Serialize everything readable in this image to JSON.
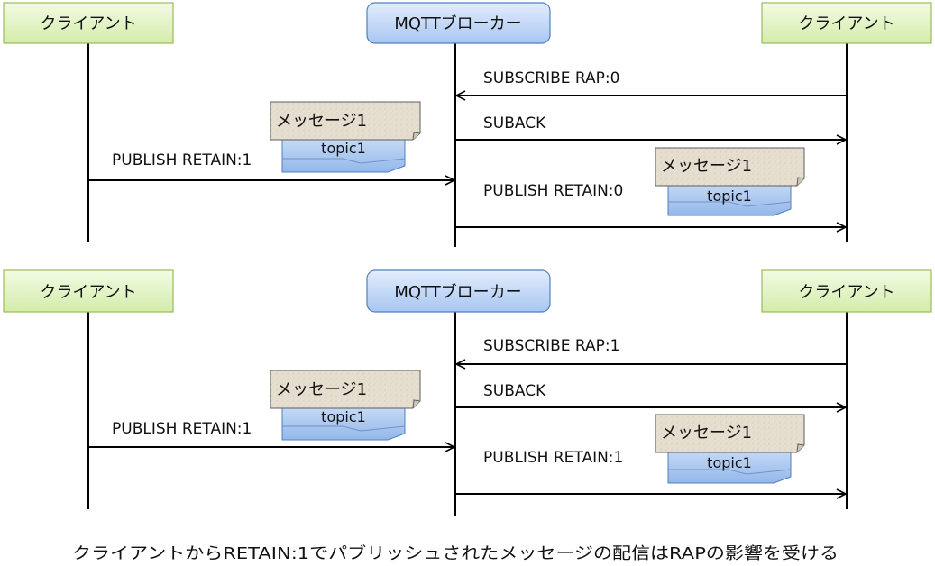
{
  "diagrams": [
    {
      "participants": {
        "left": "クライアント",
        "broker": "MQTTブローカー",
        "right": "クライアント"
      },
      "messages": {
        "subscribe": "SUBSCRIBE RAP:0",
        "suback": "SUBACK",
        "publish_in": "PUBLISH RETAIN:1",
        "publish_out": "PUBLISH RETAIN:0"
      },
      "note_in": {
        "message": "メッセージ1",
        "topic": "topic1"
      },
      "note_out": {
        "message": "メッセージ1",
        "topic": "topic1"
      }
    },
    {
      "participants": {
        "left": "クライアント",
        "broker": "MQTTブローカー",
        "right": "クライアント"
      },
      "messages": {
        "subscribe": "SUBSCRIBE RAP:1",
        "suback": "SUBACK",
        "publish_in": "PUBLISH RETAIN:1",
        "publish_out": "PUBLISH RETAIN:1"
      },
      "note_in": {
        "message": "メッセージ1",
        "topic": "topic1"
      },
      "note_out": {
        "message": "メッセージ1",
        "topic": "topic1"
      }
    }
  ],
  "caption": "クライアントからRETAIN:1でパブリッシュされたメッセージの配信はRAPの影響を受ける",
  "colors": {
    "client_fill": "#e3f4c6",
    "client_stroke": "#9bbb59",
    "broker_fill": "#c6daf8",
    "broker_stroke": "#4f81bd",
    "note_fill": "#e4dccb",
    "topic_fill": "#a9c8f0"
  }
}
